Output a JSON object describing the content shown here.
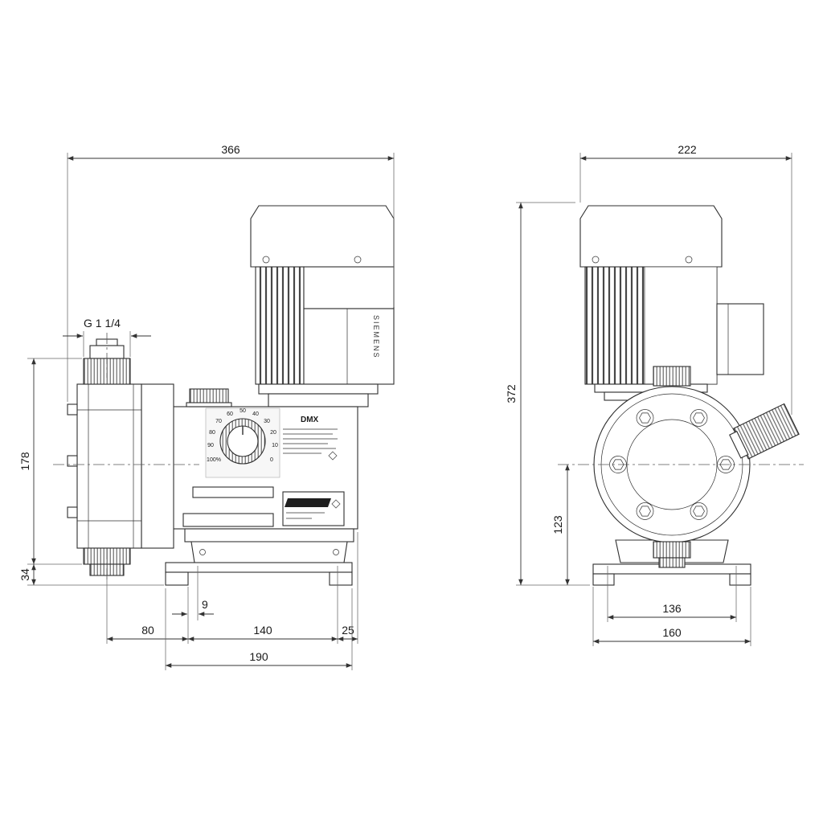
{
  "labels": {
    "thread_size": "G 1 1/4",
    "model": "DMX",
    "motor_brand": "SIEMENS"
  },
  "dial": {
    "scale": [
      "100%",
      "90",
      "80",
      "70",
      "60",
      "50",
      "40",
      "30",
      "20",
      "10",
      "0"
    ]
  },
  "dimensions": {
    "side_view": {
      "overall_width": "366",
      "head_height": "178",
      "base_height": "34",
      "bolt_offset": "9",
      "foot_left": "80",
      "foot_span": "140",
      "foot_right": "25",
      "base_width": "190"
    },
    "front_view": {
      "overall_width": "222",
      "overall_height": "372",
      "center_height": "123",
      "bolt_span": "136",
      "base_width": "160"
    }
  }
}
